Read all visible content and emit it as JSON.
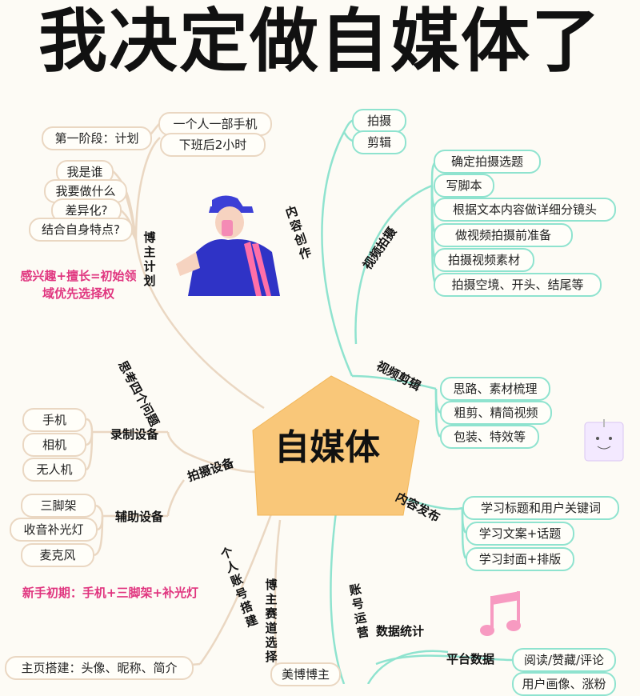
{
  "title": "我决定做自媒体了",
  "center": "自媒体",
  "branches": {
    "plan": {
      "label": "博主计划",
      "stage": "第一阶段：计划",
      "conditions": [
        "一个人一部手机",
        "下班后2小时"
      ],
      "questions": [
        "我是谁",
        "我要做什么",
        "差异化?",
        "结合自身特点?"
      ],
      "tip": [
        "感兴趣+擅长=初始领",
        "域优先选择权"
      ],
      "four_q": "思考四个问题"
    },
    "content": {
      "label": "内容创作",
      "items": [
        "拍摄",
        "剪辑"
      ]
    },
    "shooting": {
      "label": "视频拍摄",
      "items": [
        "确定拍摄选题",
        "写脚本",
        "根据文本内容做详细分镜头",
        "做视频拍摄前准备",
        "拍摄视频素材",
        "拍摄空境、开头、结尾等"
      ]
    },
    "editing": {
      "label": "视频剪辑",
      "items": [
        "思路、素材梳理",
        "粗剪、精简视频",
        "包装、特效等"
      ]
    },
    "publish": {
      "label": "内容发布",
      "items": [
        "学习标题和用户关键词",
        "学习文案+话题",
        "学习封面+排版"
      ]
    },
    "account": {
      "label": "账号运营",
      "stats": "数据统计",
      "platform": "平台数据",
      "items": [
        "阅读/赞藏/评论",
        "用户画像、涨粉"
      ]
    },
    "equipment": {
      "label": "拍摄设备",
      "record": "录制设备",
      "record_items": [
        "手机",
        "相机",
        "无人机"
      ],
      "aux": "辅助设备",
      "aux_items": [
        "三脚架",
        "收音补光灯",
        "麦克风"
      ],
      "tip": "新手初期：手机+三脚架+补光灯"
    },
    "personal": {
      "label": "个人账号搭建",
      "homepage": "主页搭建：头像、昵称、简介"
    },
    "track": {
      "label": "博主赛道选择",
      "items": [
        "美博博主"
      ]
    }
  },
  "colors": {
    "branch_line": "#8fe3cf",
    "left_line": "#ead7c2",
    "center_fill": "#f9c779",
    "tip_text": "#e0357f"
  }
}
